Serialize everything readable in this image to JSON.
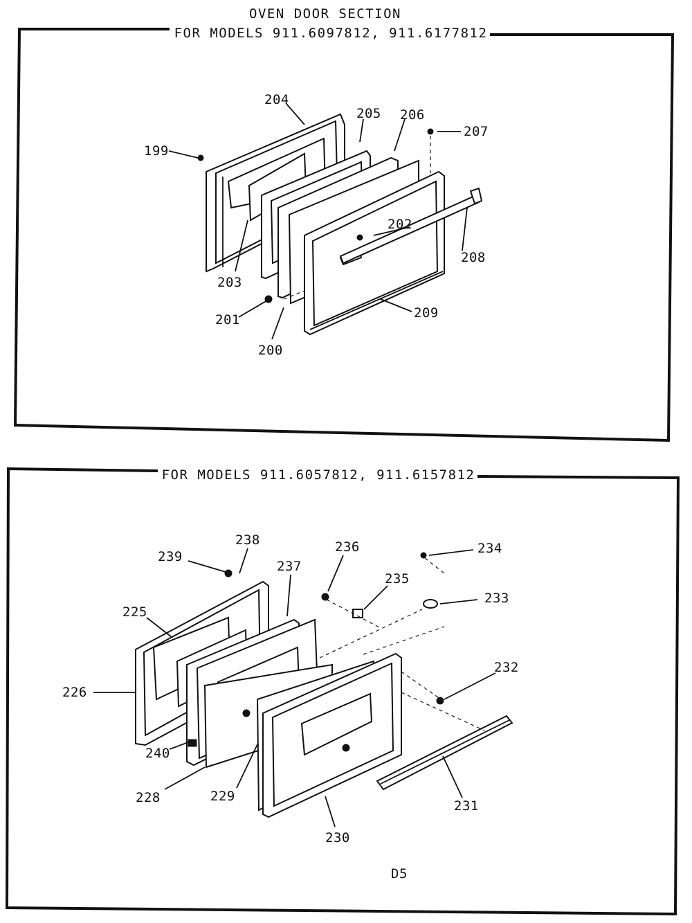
{
  "header": {
    "title": "OVEN DOOR SECTION",
    "top_models": "FOR MODELS 911.6097812, 911.6177812",
    "bottom_models": "FOR MODELS 911.6057812, 911.6157812"
  },
  "top_callouts": [
    "204",
    "205",
    "206",
    "207",
    "199",
    "202",
    "203",
    "208",
    "201",
    "209",
    "200"
  ],
  "bottom_callouts": [
    "238",
    "239",
    "236",
    "234",
    "237",
    "235",
    "233",
    "225",
    "232",
    "226",
    "240",
    "228",
    "229",
    "231",
    "230"
  ],
  "page_number": "D5"
}
